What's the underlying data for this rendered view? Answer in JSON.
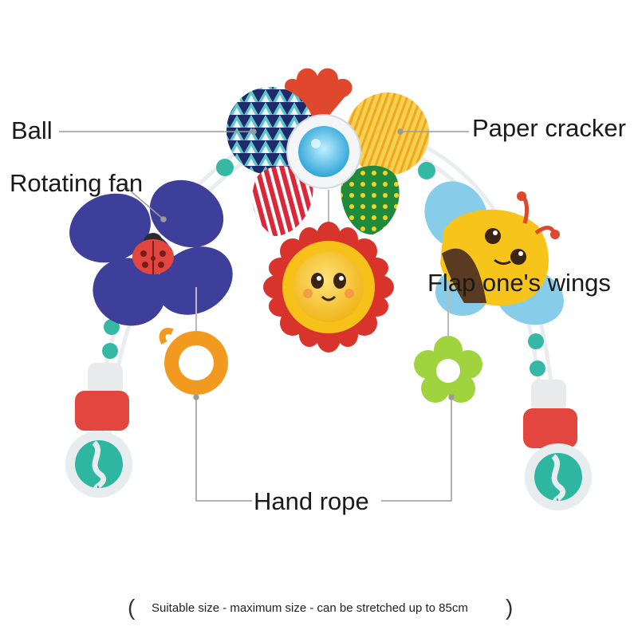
{
  "labels": {
    "ball": "Ball",
    "paper_cracker": "Paper cracker",
    "rotating_fan": "Rotating fan",
    "flap_wings": "Flap one's wings",
    "hand_rope": "Hand rope"
  },
  "footer": {
    "open_paren": "(",
    "text": "Suitable size - maximum size - can be stretched up to 85cm",
    "close_paren": ")"
  },
  "colors": {
    "fan_blue": "#3d3f9a",
    "arch_white": "#f2f4f6",
    "clip_teal": "#2fb6a0",
    "clip_red": "#e2463f",
    "sun_petal_red": "#d8342c",
    "sun_yellow": "#f6c21a",
    "bee_yellow": "#f7c41c",
    "bee_wing_blue": "#87cdea",
    "ring_orange": "#f29a1f",
    "teether_green": "#9fd43f",
    "leader_line": "#9a9a9a"
  }
}
